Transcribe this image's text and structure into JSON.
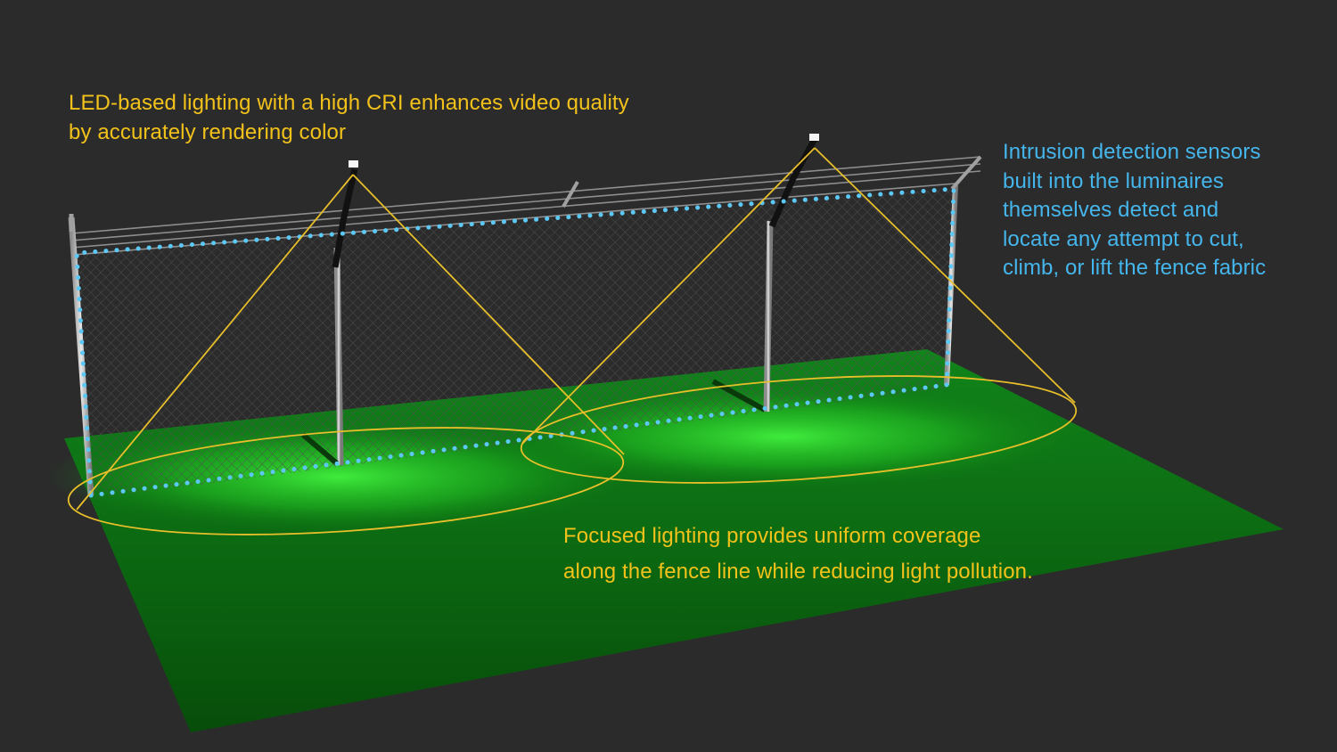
{
  "colors": {
    "background": "#2b2b2b",
    "annotation_yellow": "#f2c21b",
    "annotation_blue": "#45b6ec",
    "sensor_dots": "#5cc8f5",
    "light_cone": "#e8bf2a",
    "ground_lit": "#2bd42b",
    "ground_dark": "#0a5a0c",
    "fence_mesh": "#4a4a4a",
    "post": "#a9a9a9"
  },
  "annotations": {
    "led_lighting": {
      "lines": [
        "LED-based lighting with a high CRI enhances video quality",
        "by accurately rendering color"
      ]
    },
    "intrusion_sensors": {
      "lines": [
        "Intrusion detection sensors",
        "built into the luminaires",
        "themselves detect and",
        "locate any attempt to cut,",
        "climb, or lift the fence fabric"
      ]
    },
    "focused_lighting": {
      "lines": [
        "Focused lighting provides uniform coverage",
        "along the fence line while reducing light pollution."
      ]
    }
  },
  "illustration": {
    "fence_posts": 4,
    "luminaires": 2,
    "sensor_line": "dotted",
    "icons": [
      "luminaire-icon",
      "fence-post-icon",
      "light-cone-icon",
      "sensor-dot-icon"
    ]
  }
}
